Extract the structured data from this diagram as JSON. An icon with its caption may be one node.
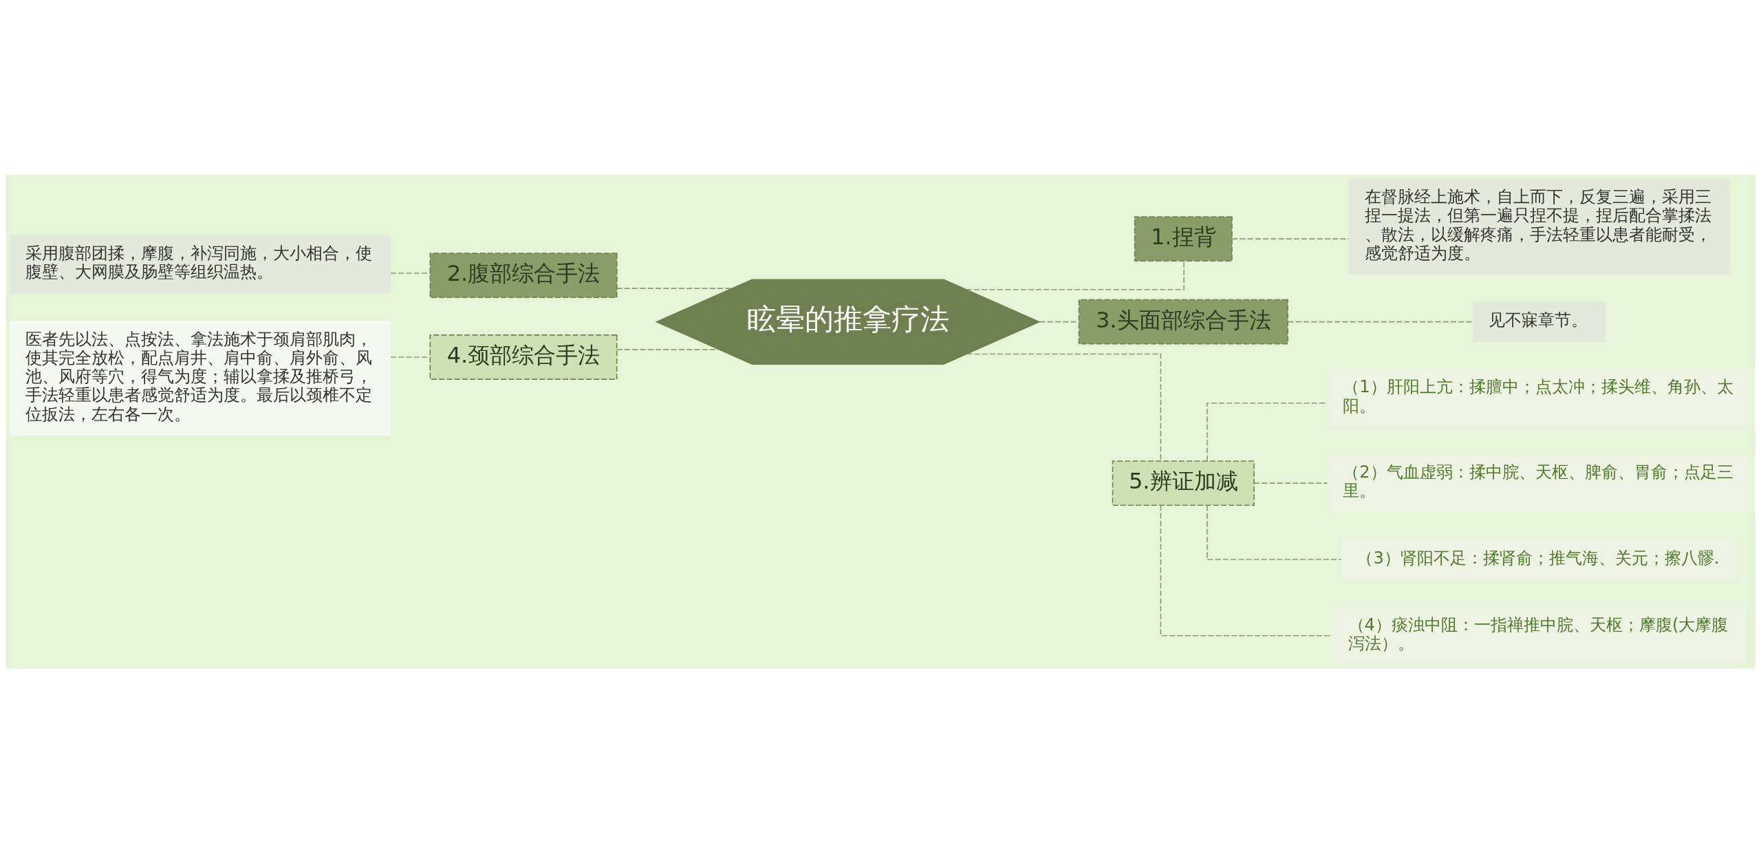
{
  "diagram": {
    "nodes": [
      {
        "text": [
          "眩晕的推拿疗法"
        ]
      },
      {
        "text": [
          "1.捏背"
        ]
      },
      {
        "text": [
          "在督脉经上施术，自上而下，反复三遍，采用三捏一提法，但第一遍只捏不提，捏后配合掌揉法、散法，以缓解疼痛，手法轻重以患者能耐受，感觉舒适为度。"
        ]
      },
      {
        "text": [
          "2.腹部综合手法"
        ]
      },
      {
        "text": [
          "采用腹部团揉，摩腹，补泻同施，大小相合，使腹壁、大网膜及肠壁等组织温热。"
        ]
      },
      {
        "text": [
          "3.头面部综合手法"
        ]
      },
      {
        "text": [
          "见不寐章节。"
        ]
      },
      {
        "text": [
          "4.颈部综合手法"
        ]
      },
      {
        "text": [
          "医者先以法、点按法、拿法施术于颈肩部肌肉，使其完全放松，配点肩井、肩中俞、肩外俞、风池、风府等穴，得气为度；辅以拿揉及推桥弓，手法轻重以患者感觉舒适为度。最后以颈椎不定位扳法，左右各一次。"
        ]
      },
      {
        "text": [
          "5.辨证加减"
        ]
      },
      {
        "text": [
          "（1）肝阳上亢：揉膻中；点太冲；揉头维、角孙、太阳。"
        ]
      },
      {
        "text": [
          "（2）气血虚弱：揉中脘、天枢、脾俞、胃俞；点足三里。"
        ]
      },
      {
        "text": [
          "（3）肾阳不足：揉肾俞；推气海、关元；擦八髎."
        ]
      },
      {
        "text": [
          "（4）痰浊中阻：一指禅推中脘、天枢；摩腹(大摩腹泻法）。"
        ]
      }
    ],
    "edges": [
      {
        "from": 0,
        "to": 1,
        "arrow": "none",
        "style": "dashed"
      },
      {
        "from": 1,
        "to": 2,
        "arrow": "none",
        "style": "dashed"
      },
      {
        "from": 0,
        "to": 3,
        "arrow": "none",
        "style": "dashed"
      },
      {
        "from": 3,
        "to": 4,
        "arrow": "none",
        "style": "dashed"
      },
      {
        "from": 0,
        "to": 5,
        "arrow": "none",
        "style": "dashed"
      },
      {
        "from": 5,
        "to": 6,
        "arrow": "none",
        "style": "dashed"
      },
      {
        "from": 0,
        "to": 7,
        "arrow": "none",
        "style": "dashed"
      },
      {
        "from": 7,
        "to": 8,
        "arrow": "none",
        "style": "dashed"
      },
      {
        "from": 0,
        "to": 9,
        "arrow": "none",
        "style": "dashed"
      },
      {
        "from": 9,
        "to": 10,
        "arrow": "none",
        "style": "dashed"
      },
      {
        "from": 9,
        "to": 11,
        "arrow": "none",
        "style": "dashed"
      },
      {
        "from": 9,
        "to": 12,
        "arrow": "none",
        "style": "dashed"
      },
      {
        "from": 9,
        "to": 13,
        "arrow": "none",
        "style": "dashed"
      }
    ]
  }
}
